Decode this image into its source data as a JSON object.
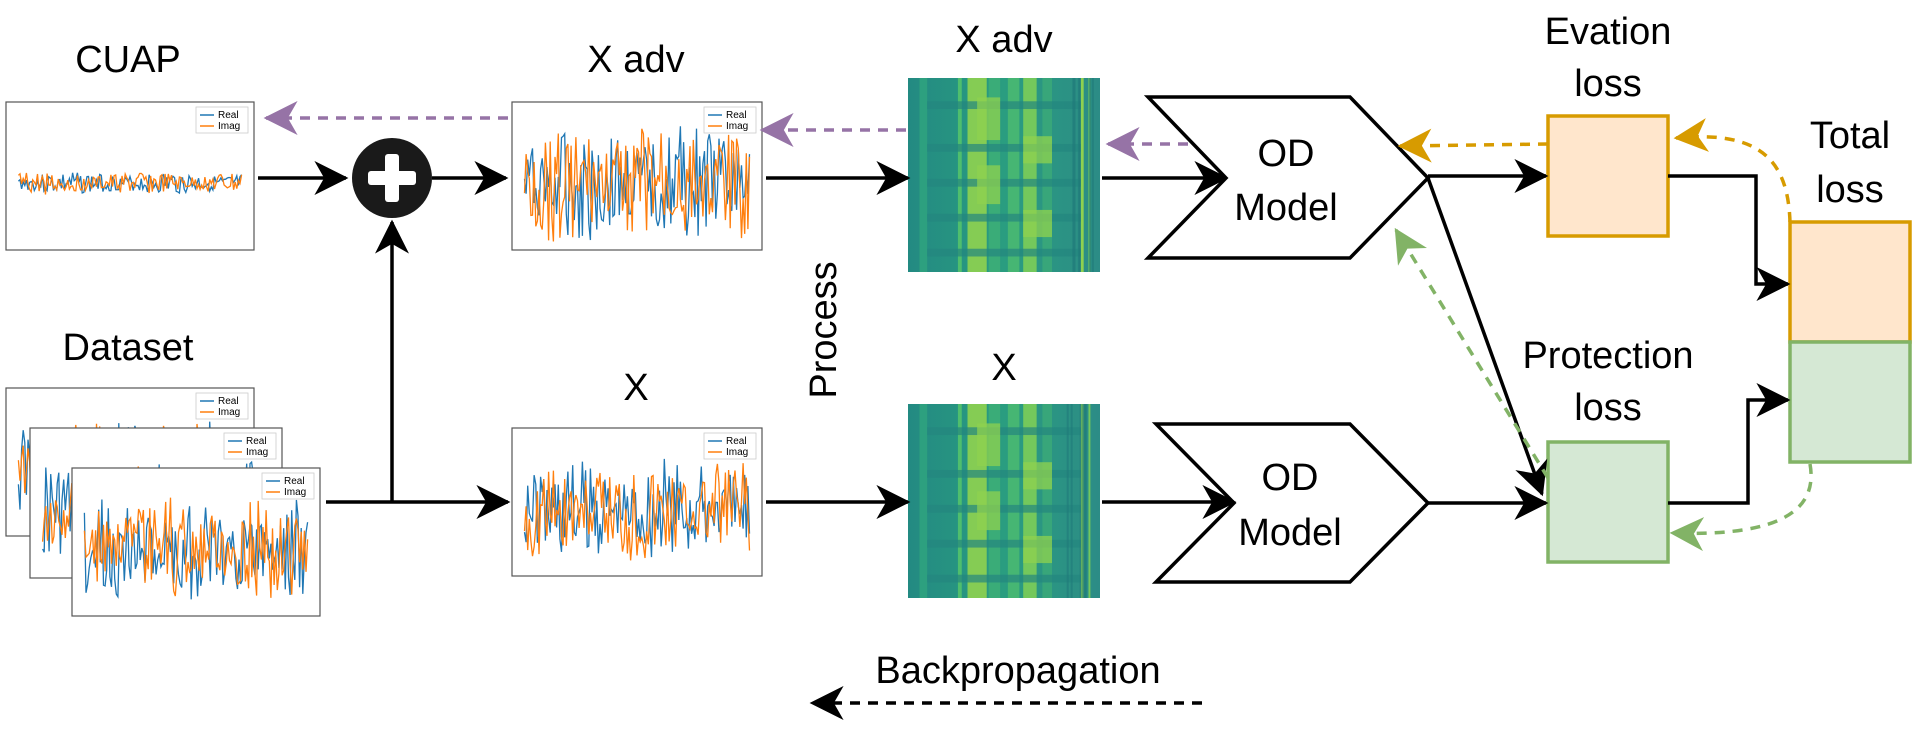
{
  "labels": {
    "cuap": "CUAP",
    "dataset": "Dataset",
    "x_adv_signal": "X adv",
    "x_signal": "X",
    "x_adv_image": "X adv",
    "x_image": "X",
    "process": "Process",
    "od_model_top_line1": "OD",
    "od_model_top_line2": "Model",
    "od_model_bottom_line1": "OD",
    "od_model_bottom_line2": "Model",
    "evasion_loss_line1": "Evation",
    "evasion_loss_line2": "loss",
    "protection_loss_line1": "Protection",
    "protection_loss_line2": "loss",
    "total_loss_line1": "Total",
    "total_loss_line2": "loss",
    "backprop_legend": "Backpropagation"
  },
  "plot_legend": {
    "real": "Real",
    "imag": "Imag"
  },
  "colors": {
    "real_series": "#1f77b4",
    "imag_series": "#ff7f0e",
    "evasion_fill": "#ffe6cc",
    "evasion_stroke": "#d79b00",
    "protection_fill": "#d5e8d4",
    "protection_stroke": "#82b366",
    "backprop_purple": "#9673a6",
    "backprop_orange": "#d79b00",
    "backprop_green": "#82b366",
    "heatmap_base": "#2a9d80",
    "heatmap_bright": "#8fd14f"
  },
  "icons": {
    "add_node": "plus-circle-icon"
  }
}
